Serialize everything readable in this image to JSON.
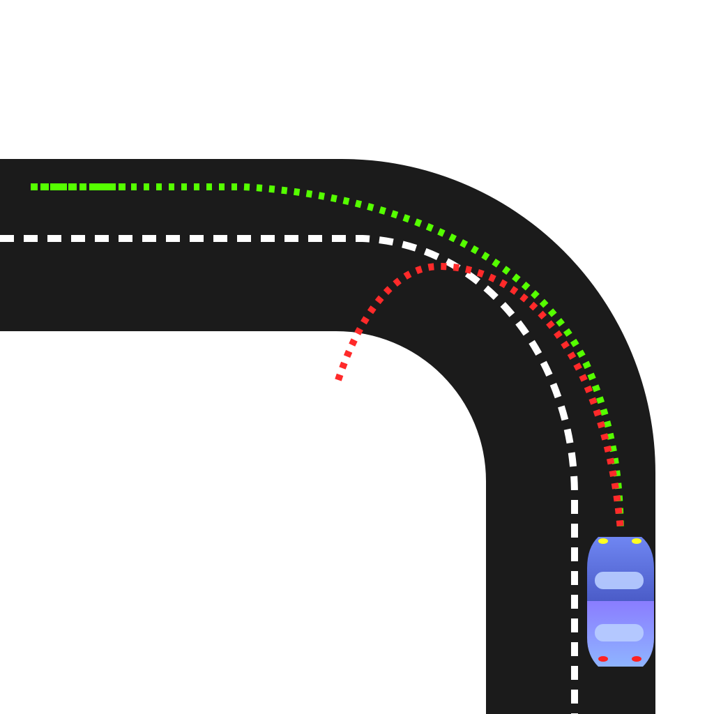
{
  "scene": {
    "background_color": "#ffffff",
    "road": {
      "color": "#1b1b1b"
    },
    "center_line": {
      "color": "#ffffff",
      "style": "dashed"
    },
    "trajectories": [
      {
        "id": "green-path",
        "color": "#55ff00",
        "style": "dotted"
      },
      {
        "id": "red-path",
        "color": "#ff2a2a",
        "style": "dotted"
      }
    ],
    "car": {
      "icon": "car-top-view-icon",
      "body_color_front": "#5a73e6",
      "body_color_rear": "#8ea8ff",
      "headlight_color": "#ffff22",
      "taillight_color": "#ff2222",
      "window_color": "#b7ccff"
    }
  }
}
